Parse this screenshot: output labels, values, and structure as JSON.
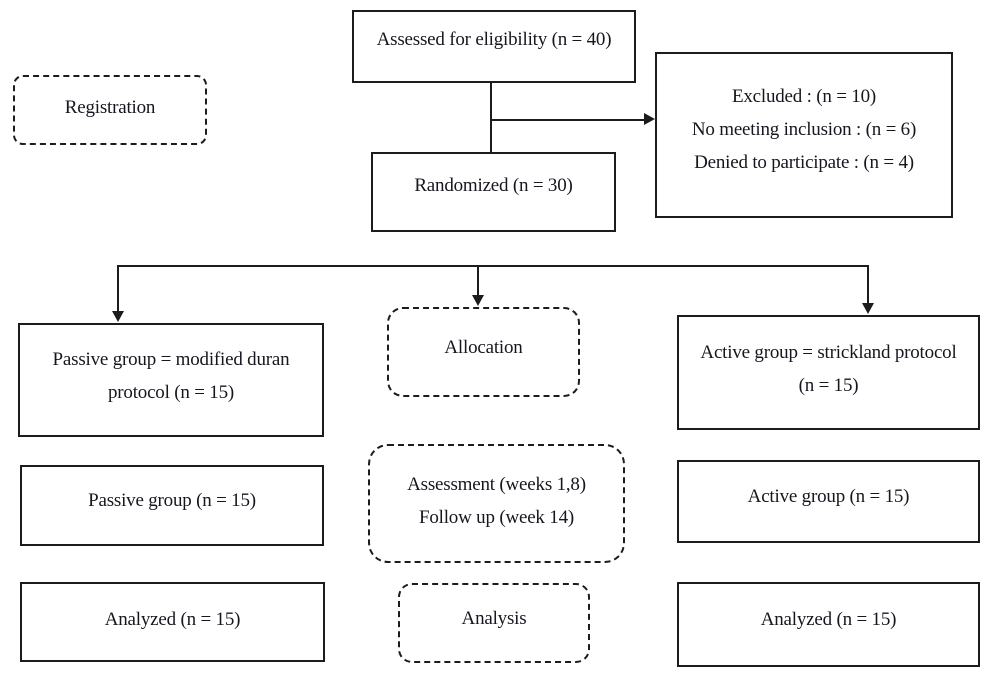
{
  "diagram": {
    "type": "flowchart",
    "description": "CONSORT participant flow diagram",
    "colors": {
      "line": "#1c1c1c",
      "text": "#16161e",
      "background": "#ffffff"
    },
    "nodes": {
      "assessed": {
        "text": "Assessed for eligibility (n = 40)"
      },
      "registration": {
        "text": "Registration"
      },
      "excluded": {
        "lines": [
          "Excluded : (n = 10)",
          "No meeting inclusion : (n = 6)",
          "Denied to participate : (n = 4)"
        ]
      },
      "randomized": {
        "text": "Randomized (n = 30)"
      },
      "passive_protocol": {
        "lines": [
          "Passive group = modified duran",
          "protocol (n = 15)"
        ]
      },
      "allocation": {
        "text": "Allocation"
      },
      "active_protocol": {
        "lines": [
          "Active group = strickland protocol",
          "(n = 15)"
        ]
      },
      "passive_group": {
        "text": "Passive group (n = 15)"
      },
      "assessment": {
        "lines": [
          "Assessment (weeks 1,8)",
          "Follow up (week 14)"
        ]
      },
      "active_group": {
        "text": "Active group (n = 15)"
      },
      "analyzed_passive": {
        "text": "Analyzed (n = 15)"
      },
      "analysis": {
        "text": "Analysis"
      },
      "analyzed_active": {
        "text": "Analyzed (n = 15)"
      }
    }
  }
}
